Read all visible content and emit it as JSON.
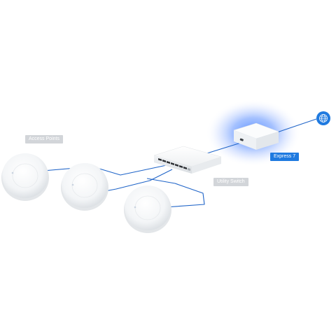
{
  "labels": {
    "access_points": "Access Points",
    "utility_switch": "Utility Switch",
    "express": "Express 7"
  },
  "icons": {
    "globe": "globe-icon"
  },
  "colors": {
    "cable": "#1f64c8",
    "accent": "#1f7ae0",
    "glow": "#3d7bff",
    "device": "#f7f8f9",
    "gray_tag": "#d2d5d9"
  },
  "nodes": [
    {
      "id": "ap-1",
      "kind": "access-point"
    },
    {
      "id": "ap-2",
      "kind": "access-point"
    },
    {
      "id": "ap-3",
      "kind": "access-point"
    },
    {
      "id": "utility-switch",
      "kind": "switch"
    },
    {
      "id": "express-7",
      "kind": "gateway"
    },
    {
      "id": "internet",
      "kind": "globe"
    }
  ],
  "links": [
    {
      "from": "ap-1",
      "to": "utility-switch"
    },
    {
      "from": "ap-2",
      "to": "utility-switch"
    },
    {
      "from": "ap-3",
      "to": "utility-switch"
    },
    {
      "from": "utility-switch",
      "to": "express-7"
    },
    {
      "from": "express-7",
      "to": "internet"
    }
  ]
}
